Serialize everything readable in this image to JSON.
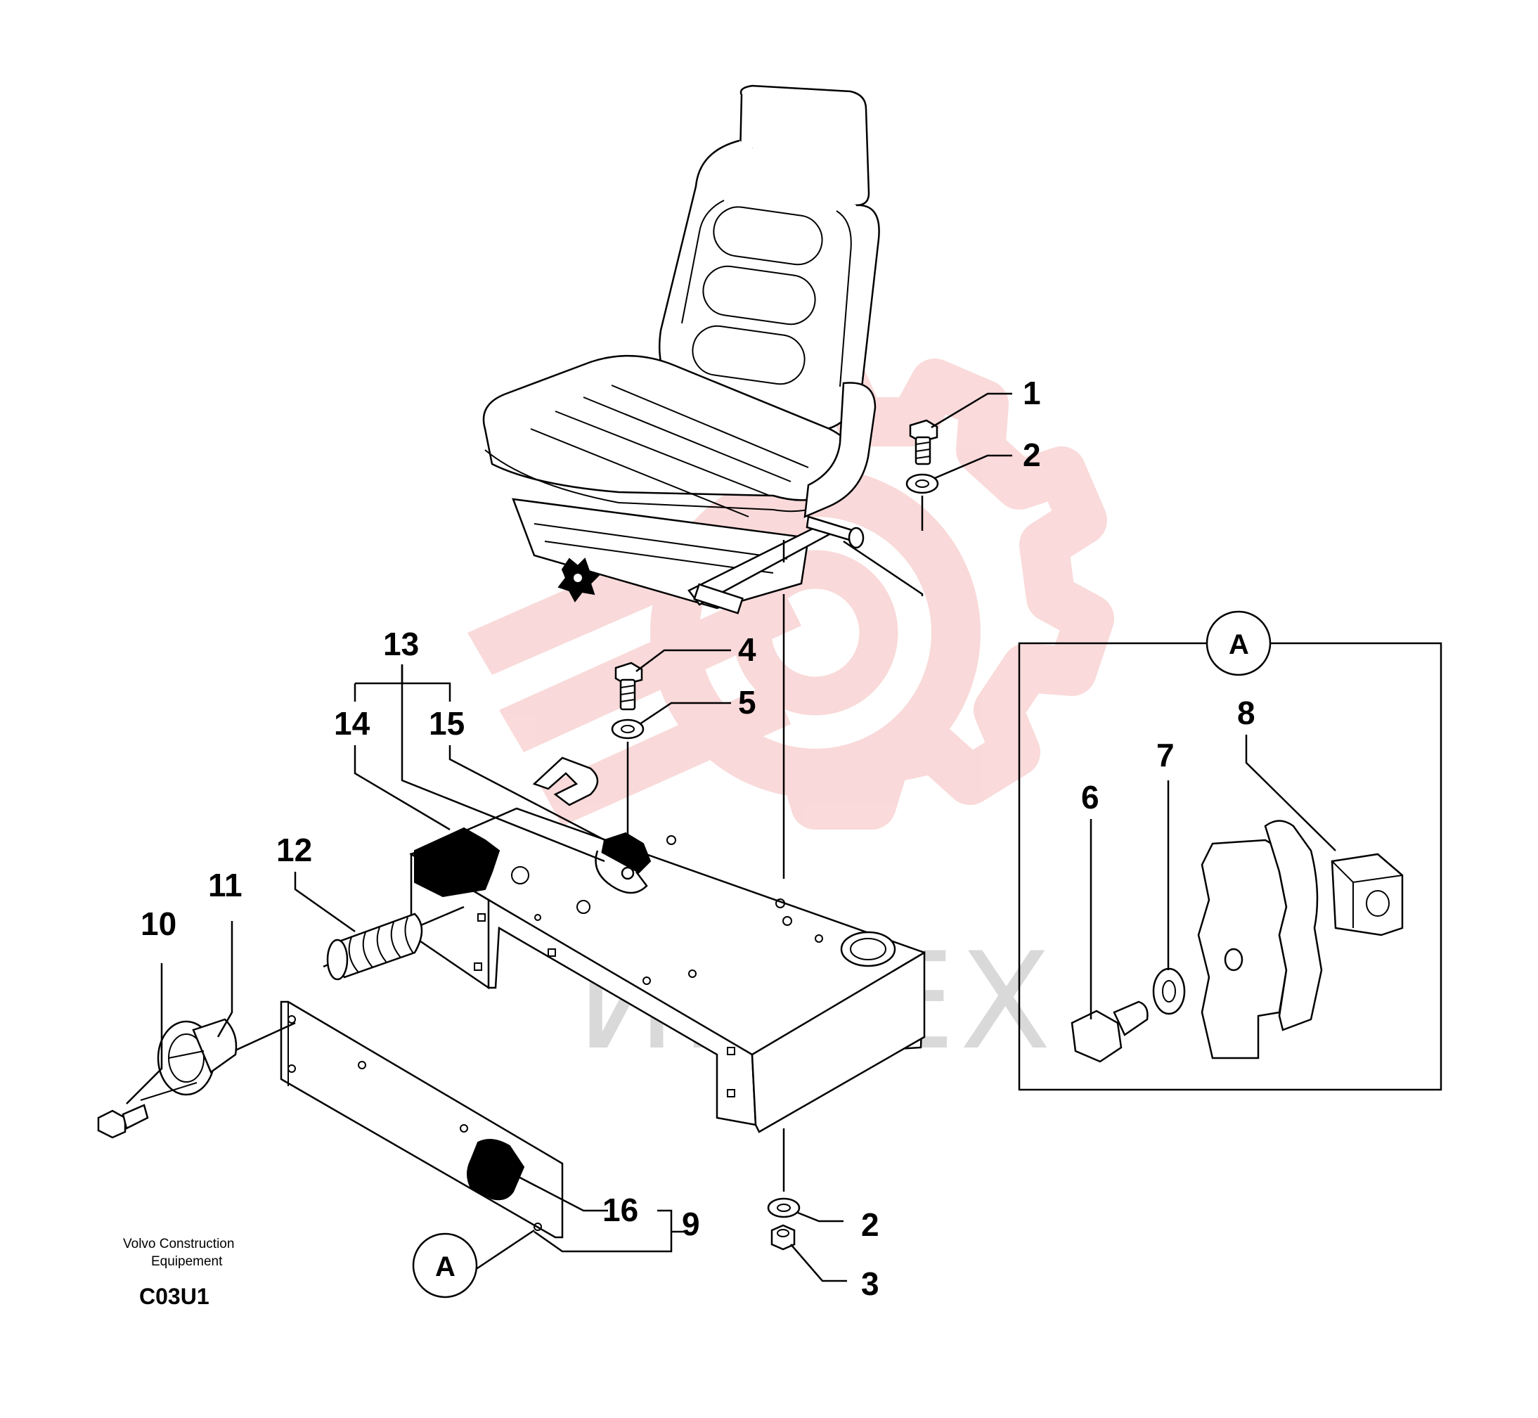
{
  "watermark": {
    "text": "ИНТЕХ",
    "color": "#f5b5b5",
    "text_color": "#d9d9d9"
  },
  "labels": {
    "p1": "1",
    "p2_top": "2",
    "p2_bottom": "2",
    "p3": "3",
    "p4": "4",
    "p5": "5",
    "p6": "6",
    "p7": "7",
    "p8": "8",
    "p9": "9",
    "p10": "10",
    "p11": "11",
    "p12": "12",
    "p13": "13",
    "p14": "14",
    "p15": "15",
    "p16": "16"
  },
  "callouts": {
    "detail_a_title": "A",
    "detail_a_ref": "A"
  },
  "footer": {
    "company_line1": "Volvo Construction",
    "company_line2": "Equipement",
    "code": "C03U1"
  }
}
